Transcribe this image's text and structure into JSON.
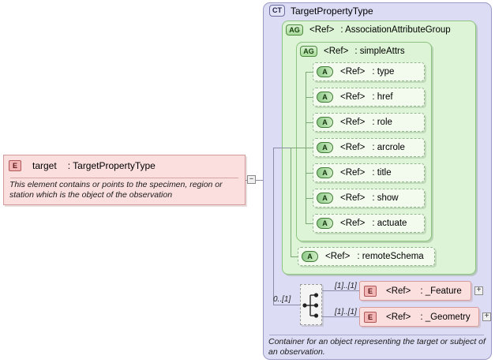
{
  "diagram": {
    "kind": "xml-schema-component-diagram",
    "root_element": {
      "icon": "E",
      "name": "target",
      "type": ": TargetPropertyType",
      "documentation": "This element contains or points to the specimen, region or station which is the object of the observation",
      "expander": "–"
    },
    "complex_type": {
      "icon": "CT",
      "name": "TargetPropertyType",
      "documentation": "Container for an object representing the target or subject of an observation."
    },
    "attribute_groups": [
      {
        "icon": "AG",
        "ref": "<Ref>",
        "type": ": AssociationAttributeGroup"
      },
      {
        "icon": "AG",
        "ref": "<Ref>",
        "type": ": simpleAttrs"
      }
    ],
    "attributes": [
      {
        "icon": "A",
        "ref": "<Ref>",
        "type": ": type"
      },
      {
        "icon": "A",
        "ref": "<Ref>",
        "type": ": href"
      },
      {
        "icon": "A",
        "ref": "<Ref>",
        "type": ": role"
      },
      {
        "icon": "A",
        "ref": "<Ref>",
        "type": ": arcrole"
      },
      {
        "icon": "A",
        "ref": "<Ref>",
        "type": ": title"
      },
      {
        "icon": "A",
        "ref": "<Ref>",
        "type": ": show"
      },
      {
        "icon": "A",
        "ref": "<Ref>",
        "type": ": actuate"
      }
    ],
    "outer_attribute": {
      "icon": "A",
      "ref": "<Ref>",
      "type": ": remoteSchema"
    },
    "choice": {
      "name": "choice-node",
      "cardinality": "0..[1]"
    },
    "child_elements": [
      {
        "icon": "E",
        "ref": "<Ref>",
        "type": ": _Feature",
        "cardinality": "[1]..[1]",
        "expander": "+"
      },
      {
        "icon": "E",
        "ref": "<Ref>",
        "type": ": _Geometry",
        "cardinality": "[1]..[1]",
        "expander": "+"
      }
    ],
    "colors": {
      "complex_type_fill": "#dcdcf5",
      "attribute_group_fill": "#ddf4d6",
      "element_fill": "#fbdede",
      "attribute_fill": "#f3fbef",
      "page_background": "#ffffff"
    }
  }
}
